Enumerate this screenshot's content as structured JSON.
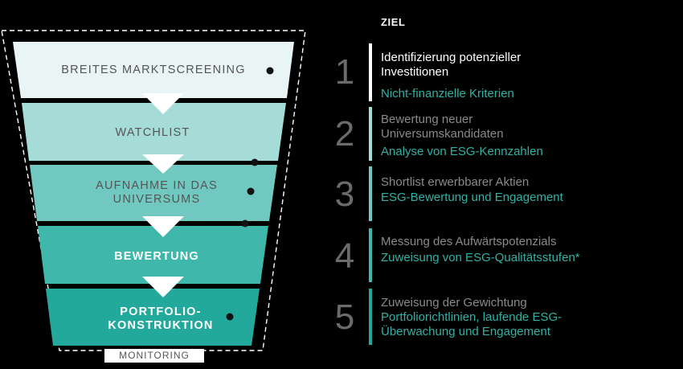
{
  "header": {
    "goal_title": "ZIEL"
  },
  "funnel": {
    "stages": [
      {
        "label": "BREITES MARKTSCREENING",
        "fill": "#e8f5f4",
        "text_color": "#555555"
      },
      {
        "label": "WATCHLIST",
        "fill": "#a5dcd7",
        "text_color": "#555555"
      },
      {
        "label": "AUFNAHME IN DAS UNIVERSUMS",
        "fill": "#71c8c0",
        "text_color": "#555555"
      },
      {
        "label": "BEWERTUNG",
        "fill": "#3fb7ab",
        "text_color": "#ffffff"
      },
      {
        "label": "PORTFOLIO-KONSTRUKTION",
        "fill": "#22a99b",
        "text_color": "#ffffff"
      }
    ],
    "monitoring_label": "MONITORING",
    "outline_color": "#ffffff",
    "arrow_color": "#ffffff"
  },
  "steps": [
    {
      "number": "1",
      "description": "Identifizierung potenzieller Investitionen",
      "criteria": "Nicht-finanzielle Kriterien",
      "bar_color": "#ffffff",
      "desc_color": "#ffffff"
    },
    {
      "number": "2",
      "description": "Bewertung neuer Universumskandidaten",
      "criteria": "Analyse von ESG-Kennzahlen",
      "bar_color": "#a5dcd7",
      "desc_color": "#8a8a8a"
    },
    {
      "number": "3",
      "description": "Shortlist erwerbbarer Aktien",
      "criteria": "ESG-Bewertung und Engagement",
      "bar_color": "#71c8c0",
      "desc_color": "#8a8a8a"
    },
    {
      "number": "4",
      "description": "Messung des Aufwärtspotenzials",
      "criteria": "Zuweisung von ESG-Qualitätsstufen*",
      "bar_color": "#3fb7ab",
      "desc_color": "#8a8a8a"
    },
    {
      "number": "5",
      "description": "Zuweisung der Gewichtung",
      "criteria": "Portfoliorichtlinien, laufende ESG-Überwachung und Engagement",
      "bar_color": "#22a99b",
      "desc_color": "#8a8a8a"
    }
  ]
}
